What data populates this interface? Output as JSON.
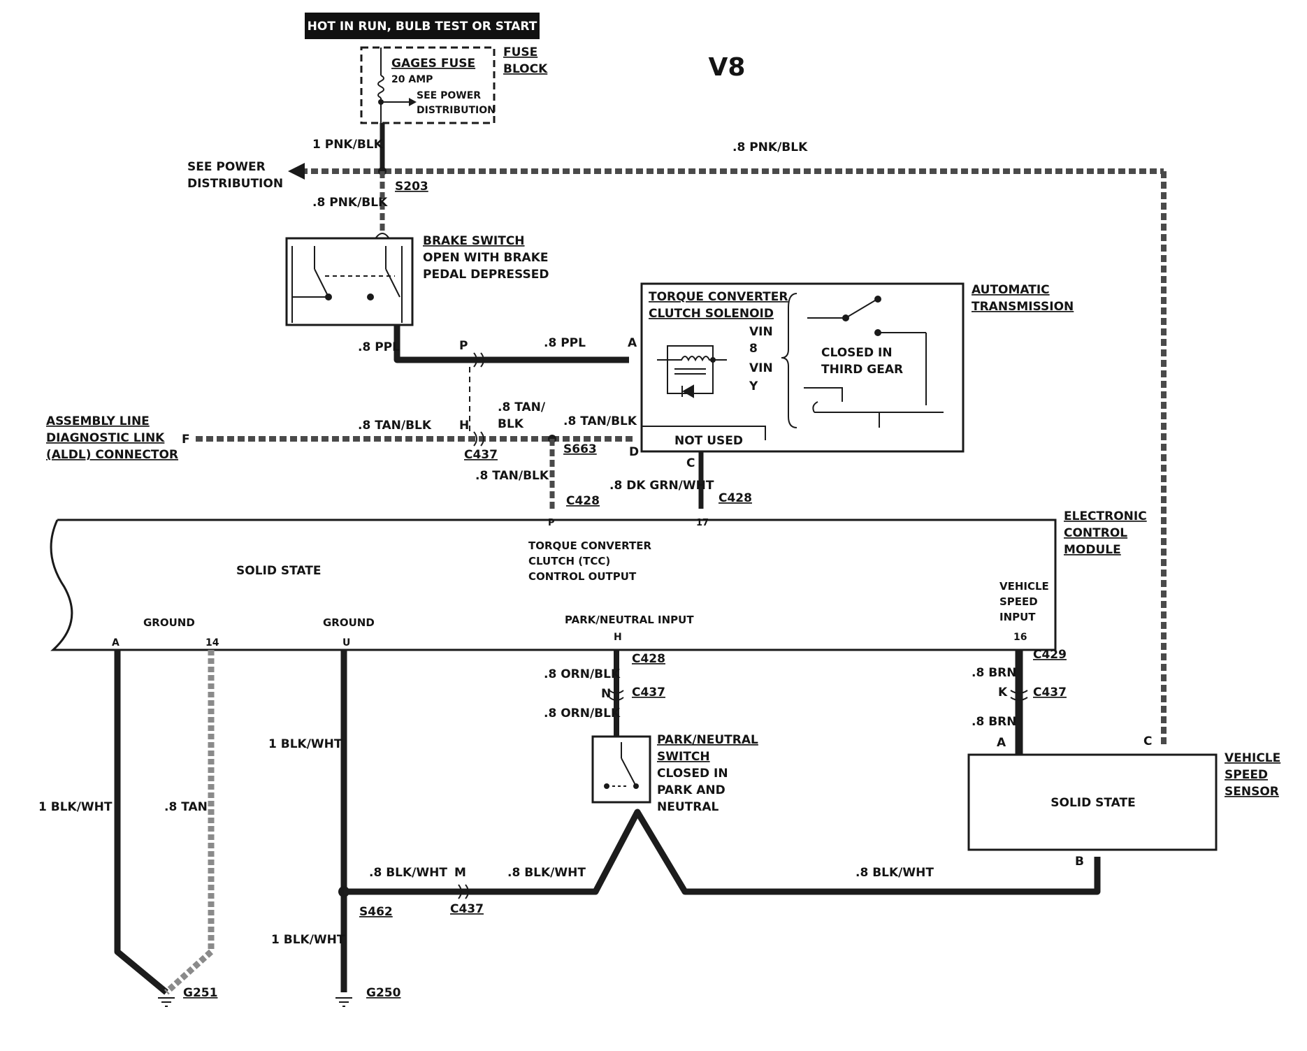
{
  "header_banner": "HOT IN RUN, BULB TEST OR START",
  "engine": "V8",
  "fuse_block": {
    "fuse_name": "GAGES FUSE",
    "fuse_rating": "20 AMP",
    "note_1": "SEE POWER",
    "note_2": "DISTRIBUTION",
    "block_label_1": "FUSE",
    "block_label_2": "BLOCK"
  },
  "power_distribution": {
    "line_1": "SEE POWER",
    "line_2": "DISTRIBUTION"
  },
  "splices": {
    "s203": "S203",
    "s663": "S663",
    "s462": "S462"
  },
  "grounds": {
    "g251": "G251",
    "g250": "G250"
  },
  "connectors": {
    "c437": "C437",
    "c428": "C428",
    "c429": "C429"
  },
  "wires": {
    "pnk_blk_1": "1 PNK/BLK",
    "pnk_blk_08_top": ".8 PNK/BLK",
    "pnk_blk_08": ".8 PNK/BLK",
    "ppl_left": ".8 PPL",
    "ppl_right": ".8 PPL",
    "tan_blk_aldl": ".8 TAN/BLK",
    "tan_blk_split_1": ".8 TAN/",
    "tan_blk_split_2": "BLK",
    "tan_blk_right": ".8 TAN/BLK",
    "tan_blk_down": ".8 TAN/BLK",
    "dk_grn_wht": ".8 DK GRN/WHT",
    "orn_blk_1": ".8 ORN/BLK",
    "orn_blk_2": ".8 ORN/BLK",
    "brn_1": ".8 BRN",
    "brn_2": ".8 BRN",
    "blk_wht_left": "1 BLK/WHT",
    "tan_left": ".8 TAN",
    "blk_wht_mid_upper": "1 BLK/WHT",
    "blk_wht_mid_lower": "1 BLK/WHT",
    "blk_wht_08_a": ".8 BLK/WHT",
    "blk_wht_08_b": ".8 BLK/WHT",
    "blk_wht_08_c": ".8 BLK/WHT"
  },
  "pins": {
    "p_top": "P",
    "a_top": "A",
    "h_mid": "H",
    "d_mid": "D",
    "f_aldl": "F",
    "c_tcc": "C",
    "p_ecm": "P",
    "ecm_17": "17",
    "ecm_a": "A",
    "ecm_14": "14",
    "ecm_u": "U",
    "ecm_h": "H",
    "ecm_16": "16",
    "n_pin": "N",
    "k_pin": "K",
    "vss_a": "A",
    "vss_c": "C",
    "vss_b": "B",
    "m_pin": "M"
  },
  "brake_switch": {
    "title": "BRAKE SWITCH",
    "line_1": "OPEN WITH BRAKE",
    "line_2": "PEDAL DEPRESSED"
  },
  "tcc": {
    "title_1": "TORQUE CONVERTER",
    "title_2": "CLUTCH SOLENOID",
    "vin_1": "VIN",
    "vin_8": "8",
    "vin_2": "VIN",
    "vin_y": "Y",
    "closed_1": "CLOSED IN",
    "closed_2": "THIRD GEAR",
    "not_used": "NOT USED"
  },
  "transmission": {
    "line_1": "AUTOMATIC",
    "line_2": "TRANSMISSION"
  },
  "aldl": {
    "line_1": "ASSEMBLY LINE",
    "line_2": "DIAGNOSTIC LINK",
    "line_3": "(ALDL) CONNECTOR"
  },
  "ecm": {
    "label_1": "ELECTRONIC",
    "label_2": "CONTROL",
    "label_3": "MODULE",
    "solid_state": "SOLID STATE",
    "tcc_out_1": "TORQUE CONVERTER",
    "tcc_out_2": "CLUTCH (TCC)",
    "tcc_out_3": "CONTROL OUTPUT",
    "ground_1": "GROUND",
    "ground_2": "GROUND",
    "park_neutral_input": "PARK/NEUTRAL INPUT",
    "vss_in_1": "VEHICLE",
    "vss_in_2": "SPEED",
    "vss_in_3": "INPUT"
  },
  "park_neutral": {
    "line_1": "PARK/NEUTRAL",
    "line_2": "SWITCH",
    "line_3": "CLOSED IN",
    "line_4": "PARK AND",
    "line_5": "NEUTRAL"
  },
  "vss": {
    "solid_state": "SOLID STATE",
    "label_1": "VEHICLE",
    "label_2": "SPEED",
    "label_3": "SENSOR"
  }
}
